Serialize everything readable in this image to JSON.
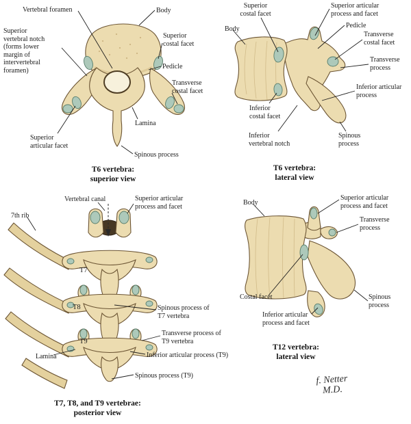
{
  "figure": {
    "signature": "f. Netter\nM.D."
  },
  "colors": {
    "bone": "#ecdcb0",
    "bone_shade": "#d8c290",
    "facet": "#adc9ba",
    "outline": "#6b5433",
    "canal": "#473824",
    "text": "#1b1b1b"
  },
  "panel1": {
    "caption": "T6 vertebra:\nsuperior view",
    "labels": {
      "vertebral_foramen": "Vertebral foramen",
      "body": "Body",
      "superior_vertebral_notch": "Superior vertebral notch (forms lower margin of intervertebral foramen)",
      "superior_costal_facet": "Superior costal facet",
      "pedicle": "Pedicle",
      "transverse_costal_facet": "Transverse costal facet",
      "lamina": "Lamina",
      "superior_articular_facet": "Superior articular facet",
      "spinous_process": "Spinous process"
    }
  },
  "panel2": {
    "caption": "T6 vertebra:\nlateral view",
    "labels": {
      "superior_costal_facet": "Superior costal facet",
      "superior_articular_process": "Superior articular process and facet",
      "pedicle": "Pedicle",
      "transverse_costal_facet": "Transverse costal facet",
      "transverse_process": "Transverse process",
      "body": "Body",
      "inferior_articular_process": "Inferior articular process",
      "inferior_costal_facet": "Inferior costal facet",
      "inferior_vertebral_notch": "Inferior vertebral notch",
      "spinous_process": "Spinous process"
    }
  },
  "panel3": {
    "caption": "T7, T8, and T9 vertebrae:\nposterior view",
    "labels": {
      "vertebral_canal": "Vertebral canal",
      "superior_articular_process": "Superior articular process and facet",
      "seventh_rib": "7th rib",
      "t7": "T7",
      "t8": "T8",
      "t9": "T9",
      "spinous_process_t7": "Spinous process of T7 vertebra",
      "transverse_process_t9": "Transverse process of T9 vertebra",
      "inferior_articular_process_t9": "Inferior articular process (T9)",
      "lamina": "Lamina",
      "spinous_process_t9": "Spinous process (T9)"
    }
  },
  "panel4": {
    "caption": "T12 vertebra:\nlateral view",
    "labels": {
      "body": "Body",
      "superior_articular_process": "Superior articular process and facet",
      "transverse_process": "Transverse process",
      "costal_facet": "Costal facet",
      "inferior_articular_process": "Inferior articular process and facet",
      "spinous_process": "Spinous process"
    }
  }
}
